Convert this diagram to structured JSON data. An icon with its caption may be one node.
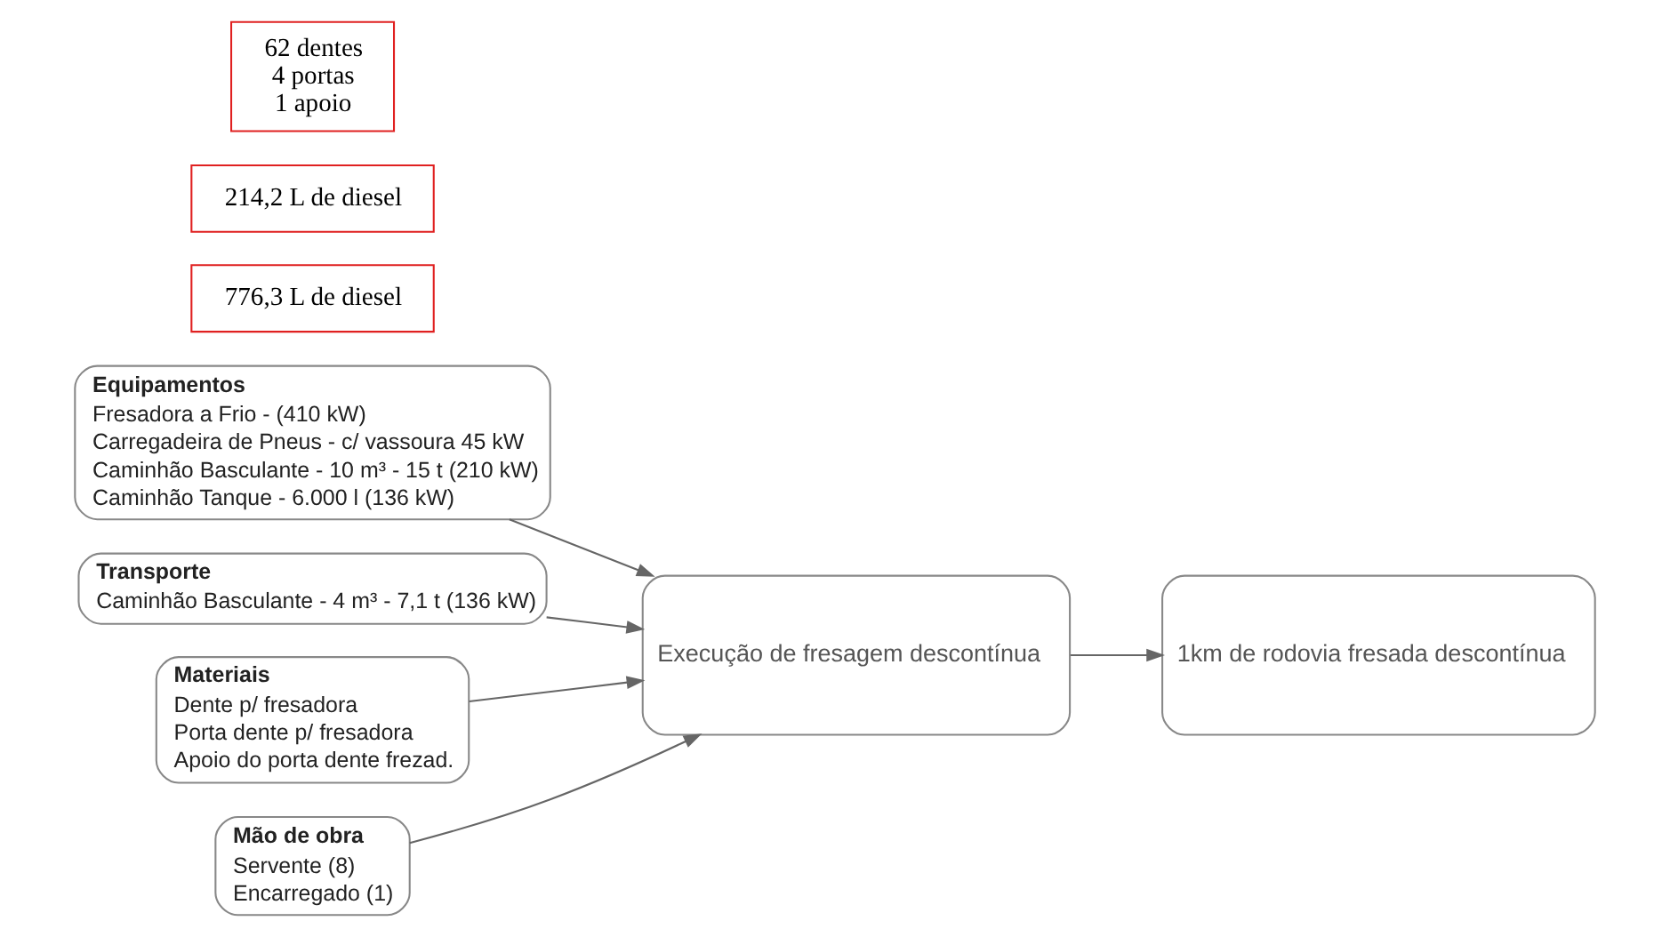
{
  "diagram": {
    "nodes": [
      {
        "text": [
          "Equipamentos",
          "Fresadora a Frio - (410 kW)",
          "Carregadeira de Pneus - c/ vassoura 45 kW",
          "Caminhão Basculante - 10 m³ - 15 t (210 kW)",
          "Caminhão Tanque - 6.000 l (136 kW)"
        ]
      },
      {
        "text": [
          "Transporte",
          "Caminhão Basculante - 4 m³ - 7,1 t (136 kW)"
        ]
      },
      {
        "text": [
          "Materiais",
          "Dente p/ fresadora",
          "Porta dente p/ fresadora",
          "Apoio do porta dente frezad."
        ]
      },
      {
        "text": [
          "Execução de fresagem descontínua"
        ]
      },
      {
        "text": [
          "1km de rodovia fresada descontínua"
        ]
      },
      {
        "text": [
          "Mão de obra",
          "Servente (8)",
          "Encarregado (1)"
        ]
      },
      {
        "text": [
          "776,3 L de diesel"
        ]
      },
      {
        "text": [
          "214,2 L de diesel"
        ]
      },
      {
        "text": [
          "62 dentes",
          "4 portas",
          "1 apoio"
        ]
      }
    ],
    "edges": [
      {
        "from": 0,
        "to": 3,
        "arrow": "to"
      },
      {
        "from": 1,
        "to": 3,
        "arrow": "to"
      },
      {
        "from": 2,
        "to": 3,
        "arrow": "to"
      },
      {
        "from": 5,
        "to": 3,
        "arrow": "to"
      },
      {
        "from": 3,
        "to": 4,
        "arrow": "to"
      }
    ]
  }
}
